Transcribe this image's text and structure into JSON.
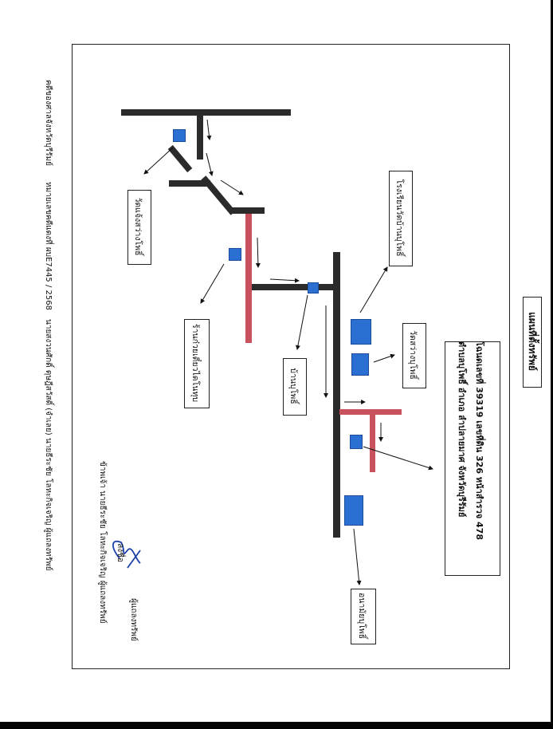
{
  "title": "แผนที่ตั้งทรัพย์",
  "deed": {
    "line1": "โฉนดเลขที่ 39319 เลขที่ดิน 326 หน้าสำรวจ 478",
    "line2": "ตำบลบุโพธิ์ อำเภอ ลำปลายมาศ จังหวัดบุรีรัมย์"
  },
  "landmarks": {
    "temple_phosi": "วัดแจ้งสว่างโพธิ์",
    "school": "โรงเรียนวัดบ้านบุโพธิ์",
    "noodle_shop": "ร้านก๋วยเตี๋ยวไดโนทุบ",
    "village": "บ้านบุโพธิ์",
    "temple_sawang": "วัดสว่างบุโพธิ์",
    "health_station": "อนามัยบุโพธิ์"
  },
  "signature": {
    "sign_label": "ลงชื่อ",
    "role_short": "ผู้แถลงทรัพย์",
    "role_full": "ข้าพเจ้า นายธีระชัย โลหะกิจเจริญ ผู้แถลงทรัพย์"
  },
  "footer": {
    "court": "คดีของศาลจังหวัดบุรีรัมย์",
    "case": "หมายเลขคดีแดงที่ ผบE7445 / 2568",
    "parties": "นายสงวนศักดิ์ ดุษฎีสวัสดิ์ (จำเลย)  นายธีระชัย โลหะกิจเจริญ ผู้แถลงทรัพย์"
  },
  "colors": {
    "main_road": "#2b2b2b",
    "soi_road": "#c8515e",
    "building": "#2a6fd1",
    "signature_ink": "#1a3fa8"
  }
}
